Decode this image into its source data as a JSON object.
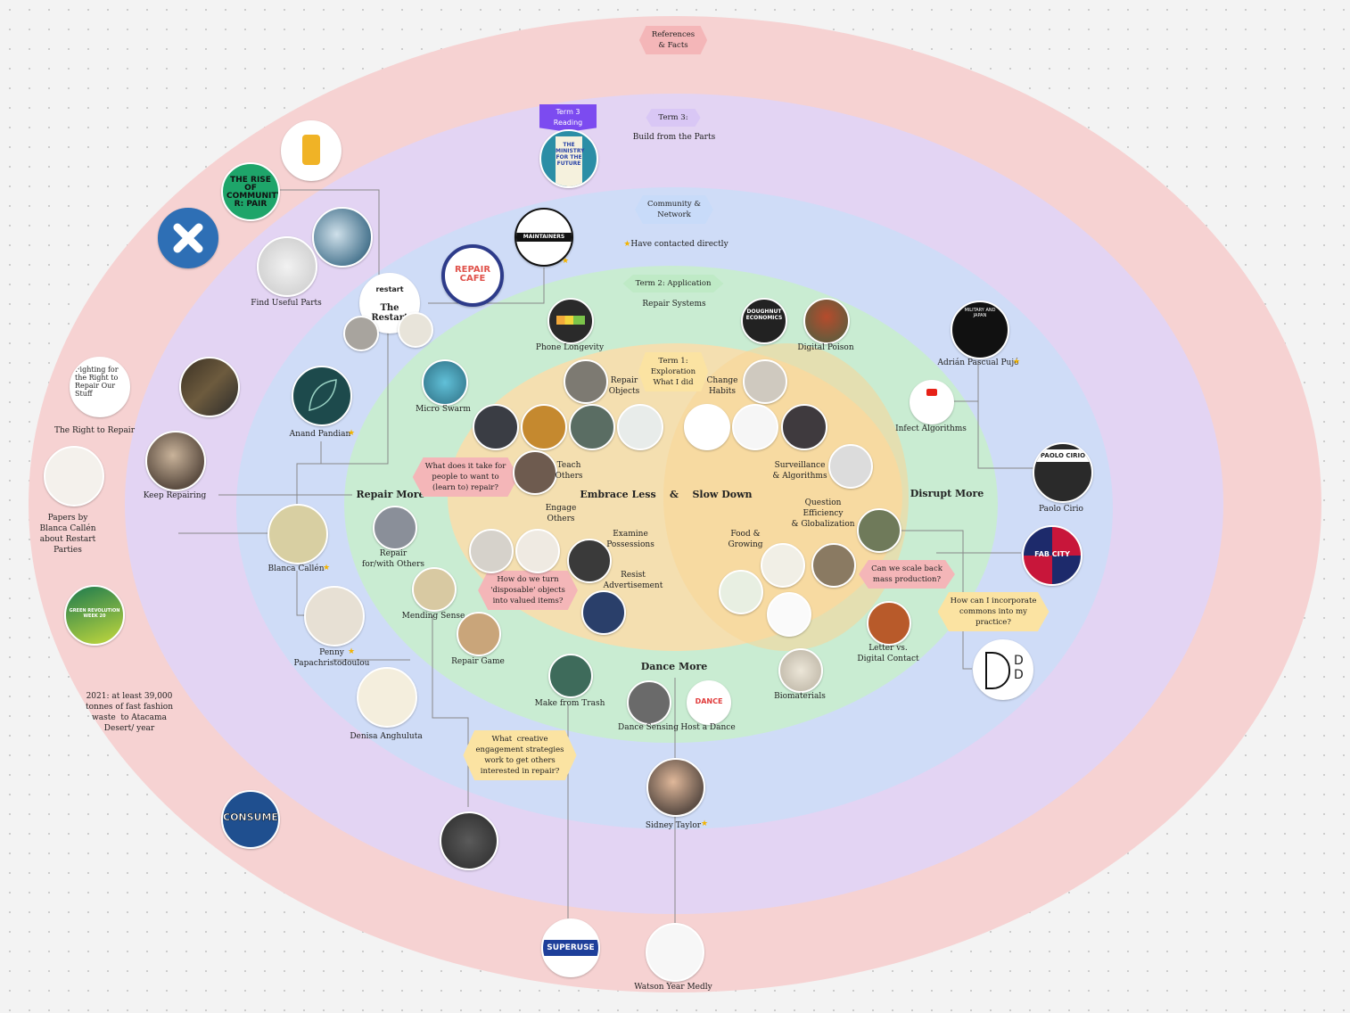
{
  "rings": {
    "references": "References\n& Facts",
    "term3": "Term 3:",
    "term3_sub": "Build from the Parts",
    "community": "Community &\nNetwork",
    "contacted": "Have contacted directly",
    "term2": "Term 2: Application",
    "term2_sub": "Repair Systems",
    "term1": "Term 1:\nExploration\nWhat I did"
  },
  "badge_term3": "Term 3\nReading",
  "headings": {
    "repair_more": "Repair More",
    "embrace_less": "Embrace Less",
    "amp": "&",
    "slow_down": "Slow Down",
    "disrupt_more": "Disrupt More",
    "dance_more": "Dance More"
  },
  "questions": {
    "q1": "What does it take for\npeople to want to\n(learn to) repair?",
    "q2": "How do we turn\n'disposable' objects\ninto valued items?",
    "q3": "Can we scale back\nmass production?",
    "q4": "How can I incorporate\ncommons into my\npractice?",
    "q5": "What  creative\nengagement strategies\nwork to get others\ninterested in repair?"
  },
  "labels": {
    "find_useful_parts": "Find Useful Parts",
    "right_to_repair": "The Right to Repair",
    "keep_repairing": "Keep Repairing",
    "papers": "Papers by\nBlanca Callén\nabout Restart\nParties",
    "anand": "Anand Pandian",
    "blanca": "Blanca Callén",
    "penny": "Penny\nPapachristodoulou",
    "denisa": "Denisa Anghuluta",
    "fact_2021": "2021: at least 39,000\ntonnes of fast fashion\nwaste  to Atacama\nDesert/ year",
    "micro_swarm": "Micro Swarm",
    "phone_longevity": "Phone Longevity",
    "digital_poison": "Digital Poison",
    "repair_objects": "Repair\nObjects",
    "change_habits": "Change\nHabits",
    "teach_others": "Teach\nOthers",
    "engage_others": "Engage\nOthers",
    "examine_possessions": "Examine\nPossessions",
    "resist_advertisement": "Resist\nAdvertisement",
    "repair_with_others": "Repair\nfor/with Others",
    "mending_sense": "Mending Sense",
    "repair_game": "Repair Game",
    "make_from_trash": "Make from Trash",
    "dance_sensing": "Dance Sensing",
    "host_a_dance": "Host a Dance",
    "biomaterials": "Biomaterials",
    "letter_vs_digital": "Letter vs.\nDigital Contact",
    "food_growing": "Food &\nGrowing",
    "question_efficiency": "Question\nEfficiency\n& Globalization",
    "surveillance": "Surveillance\n& Algorithms",
    "infect_algorithms": "Infect Algorithms",
    "adrian": "Adrián Pascual Pujó",
    "paolo": "Paolo Cirio",
    "sidney": "Sidney Taylor",
    "watson": "Watson Year Medly"
  },
  "logo_text": {
    "rise_of_community": "THE RISE OF COMMUNITY R: PAIR",
    "restart": "restart",
    "the_restart": "The Restart",
    "repair_cafe": "REPAIR CAFE",
    "maintainers": "MAINTAINERS",
    "ministry": "THE MINISTRY FOR THE FUTURE",
    "consumed": "CONSUMED",
    "superuse": "SUPERUSE",
    "doughnut": "DOUGHNUT ECONOMICS",
    "paolo_cirio": "PAOLO CIRIO",
    "fab_city": "FAB CITY",
    "dance_workshop": "DANCE",
    "fighting": "Fighting for the Right to Repair Our Stuff",
    "green_rev": "GREEN REVOLUTION WEEK 20",
    "military": "MILITARY AND JAPAN"
  },
  "colors": {
    "ring_outer": "#f6d2d2",
    "ring_purple": "#e3d4f3",
    "ring_blue": "#cfdcf7",
    "ring_green": "#c9ecd2",
    "ring_yellow": "#fadcab",
    "badge": "#7c4bf0"
  }
}
